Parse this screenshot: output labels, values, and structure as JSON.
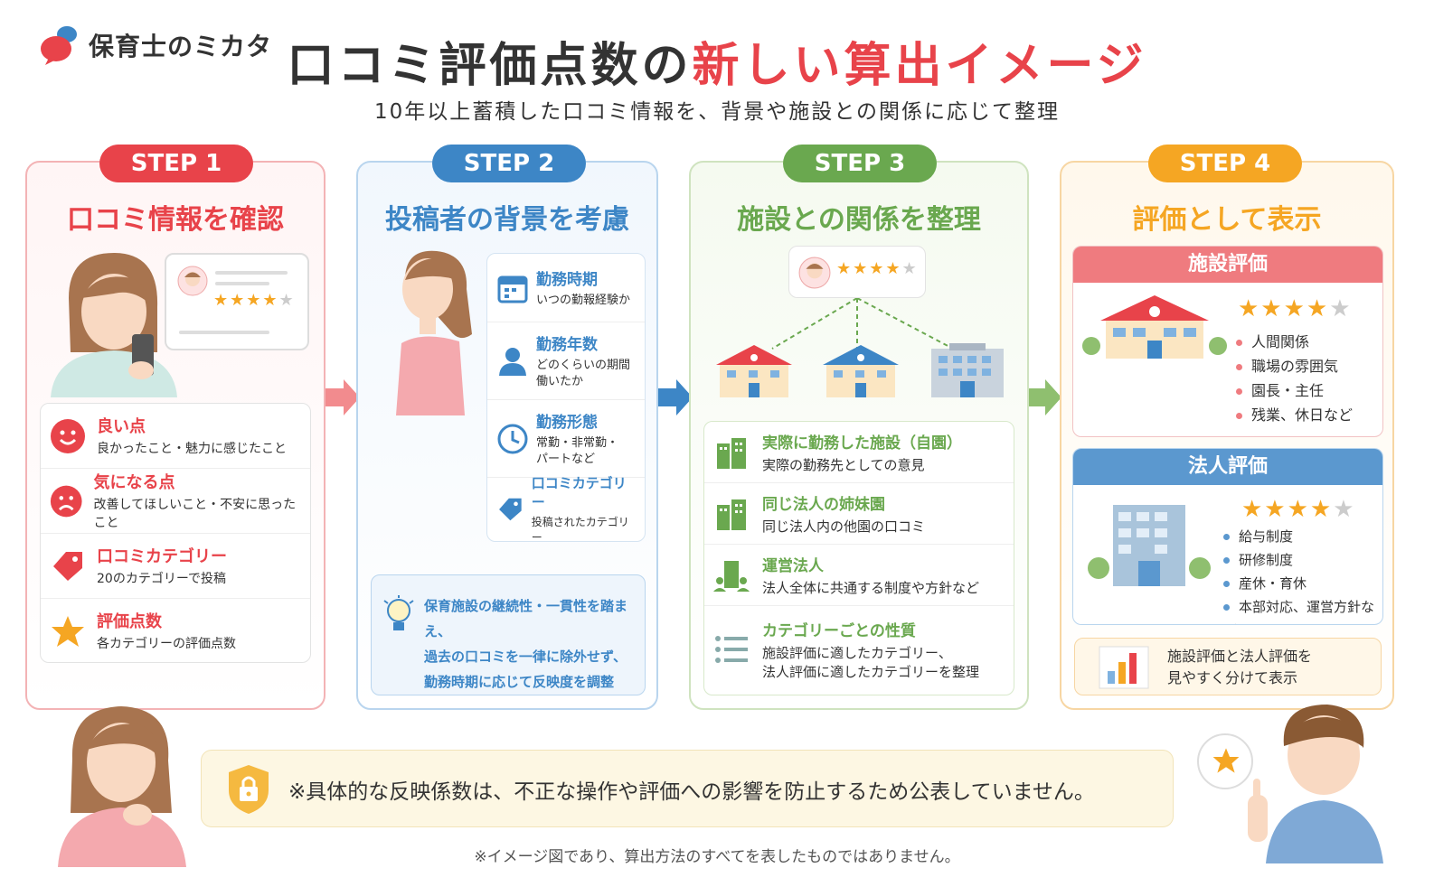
{
  "brand": {
    "name": "保育士のミカタ"
  },
  "header": {
    "title_part1": "口コミ評価点数の",
    "title_part2": "新しい算出イメージ",
    "subtitle": "10年以上蓄積した口コミ情報を、背景や施設との関係に応じて整理"
  },
  "steps": [
    {
      "badge": "STEP 1",
      "title": "口コミ情報を確認",
      "items": [
        {
          "title": "良い点",
          "desc": "良かったこと・魅力に感じたこと",
          "icon": "smile-icon"
        },
        {
          "title": "気になる点",
          "desc": "改善してほしいこと・不安に思ったこと",
          "icon": "frown-icon"
        },
        {
          "title": "口コミカテゴリー",
          "desc": "20のカテゴリーで投稿",
          "icon": "tag-icon"
        },
        {
          "title": "評価点数",
          "desc": "各カテゴリーの評価点数",
          "icon": "star-icon"
        }
      ]
    },
    {
      "badge": "STEP 2",
      "title": "投稿者の背景を考慮",
      "items": [
        {
          "title": "勤務時期",
          "desc": "いつの勤報経験か",
          "icon": "calendar-icon"
        },
        {
          "title": "勤務年数",
          "desc": "どのくらいの期間\n働いたか",
          "icon": "person-icon"
        },
        {
          "title": "勤務形態",
          "desc": "常勤・非常勤・\nパートなど",
          "icon": "clock-icon"
        },
        {
          "title": "口コミカテゴリー",
          "desc": "投稿されたカテゴリー",
          "icon": "tag-icon"
        }
      ],
      "note": [
        "保育施設の継続性・一貫性を踏まえ、",
        "過去の口コミを一律に除外せず、",
        "勤務時期に応じて反映度を調整"
      ]
    },
    {
      "badge": "STEP 3",
      "title": "施設との関係を整理",
      "items": [
        {
          "title": "実際に勤務した施設（自園）",
          "desc": "実際の勤務先としての意見",
          "icon": "building-icon"
        },
        {
          "title": "同じ法人の姉妹園",
          "desc": "同じ法人内の他園の口コミ",
          "icon": "building-icon"
        },
        {
          "title": "運営法人",
          "desc": "法人全体に共通する制度や方針など",
          "icon": "office-icon"
        },
        {
          "title": "カテゴリーごとの性質",
          "desc": "施設評価に適したカテゴリー、\n法人評価に適したカテゴリーを整理",
          "icon": "list-icon"
        }
      ]
    },
    {
      "badge": "STEP 4",
      "title": "評価として表示",
      "facility": {
        "header": "施設評価",
        "stars": 4,
        "bullets": [
          "人間関係",
          "職場の雰囲気",
          "園長・主任",
          "残業、休日など"
        ]
      },
      "corporate": {
        "header": "法人評価",
        "stars": 4,
        "bullets": [
          "給与制度",
          "研修制度",
          "産休・育休",
          "本部対応、運営方針など"
        ]
      },
      "summary": [
        "施設評価と法人評価を",
        "見やすく分けて表示"
      ]
    }
  ],
  "footer": {
    "notice": "※具体的な反映係数は、不正な操作や評価への影響を防止するため公表していません。",
    "disclaimer": "※イメージ図であり、算出方法のすべてを表したものではありません。"
  },
  "colors": {
    "step1": "#e8434a",
    "step2": "#3d86c6",
    "step3": "#6aa84f",
    "step4": "#f5a623"
  }
}
